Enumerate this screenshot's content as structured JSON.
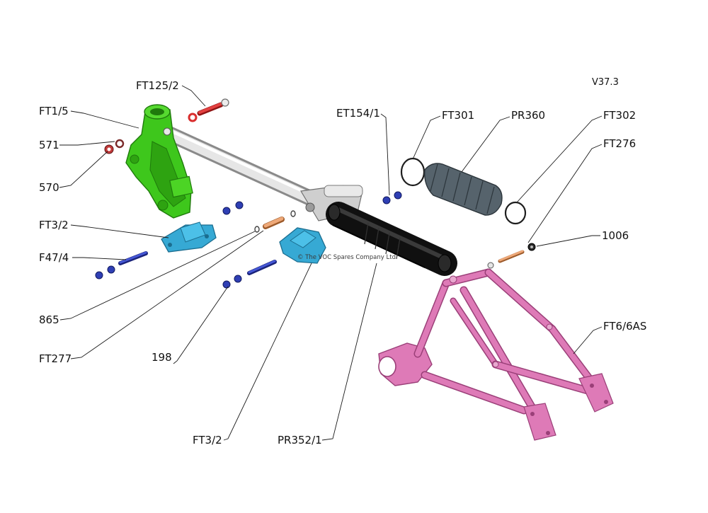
{
  "version": "V37.3",
  "watermark": "© The VOC Spares Company Ltd",
  "labels": {
    "FT125_2": "FT125/2",
    "FT1_5": "FT1/5",
    "p571": "571",
    "p570": "570",
    "FT3_2_top": "FT3/2",
    "F47_4": "F47/4",
    "p865": "865",
    "FT277": "FT277",
    "p198": "198",
    "FT3_2_bottom": "FT3/2",
    "PR352_1": "PR352/1",
    "ET154_1": "ET154/1",
    "FT301": "FT301",
    "PR360": "PR360",
    "FT302": "FT302",
    "FT276": "FT276",
    "p1006": "1006",
    "FT6_6AS": "FT6/6AS"
  },
  "colors": {
    "fork_green": "#3ec71c",
    "fork_green_dark": "#1f7a0c",
    "mount_blue": "#36a9d4",
    "mount_blue_dark": "#1b6d8f",
    "swingarm_pink": "#de7ab7",
    "swingarm_pink_dark": "#9a3f78",
    "shock_black": "#1c1c1c",
    "bellows_grey": "#56636c",
    "bolt_blue": "#2f3fb4",
    "bolt_red": "#d92d2d",
    "pin_orange": "#d9915c",
    "tube_grey": "#cfcfcf"
  }
}
